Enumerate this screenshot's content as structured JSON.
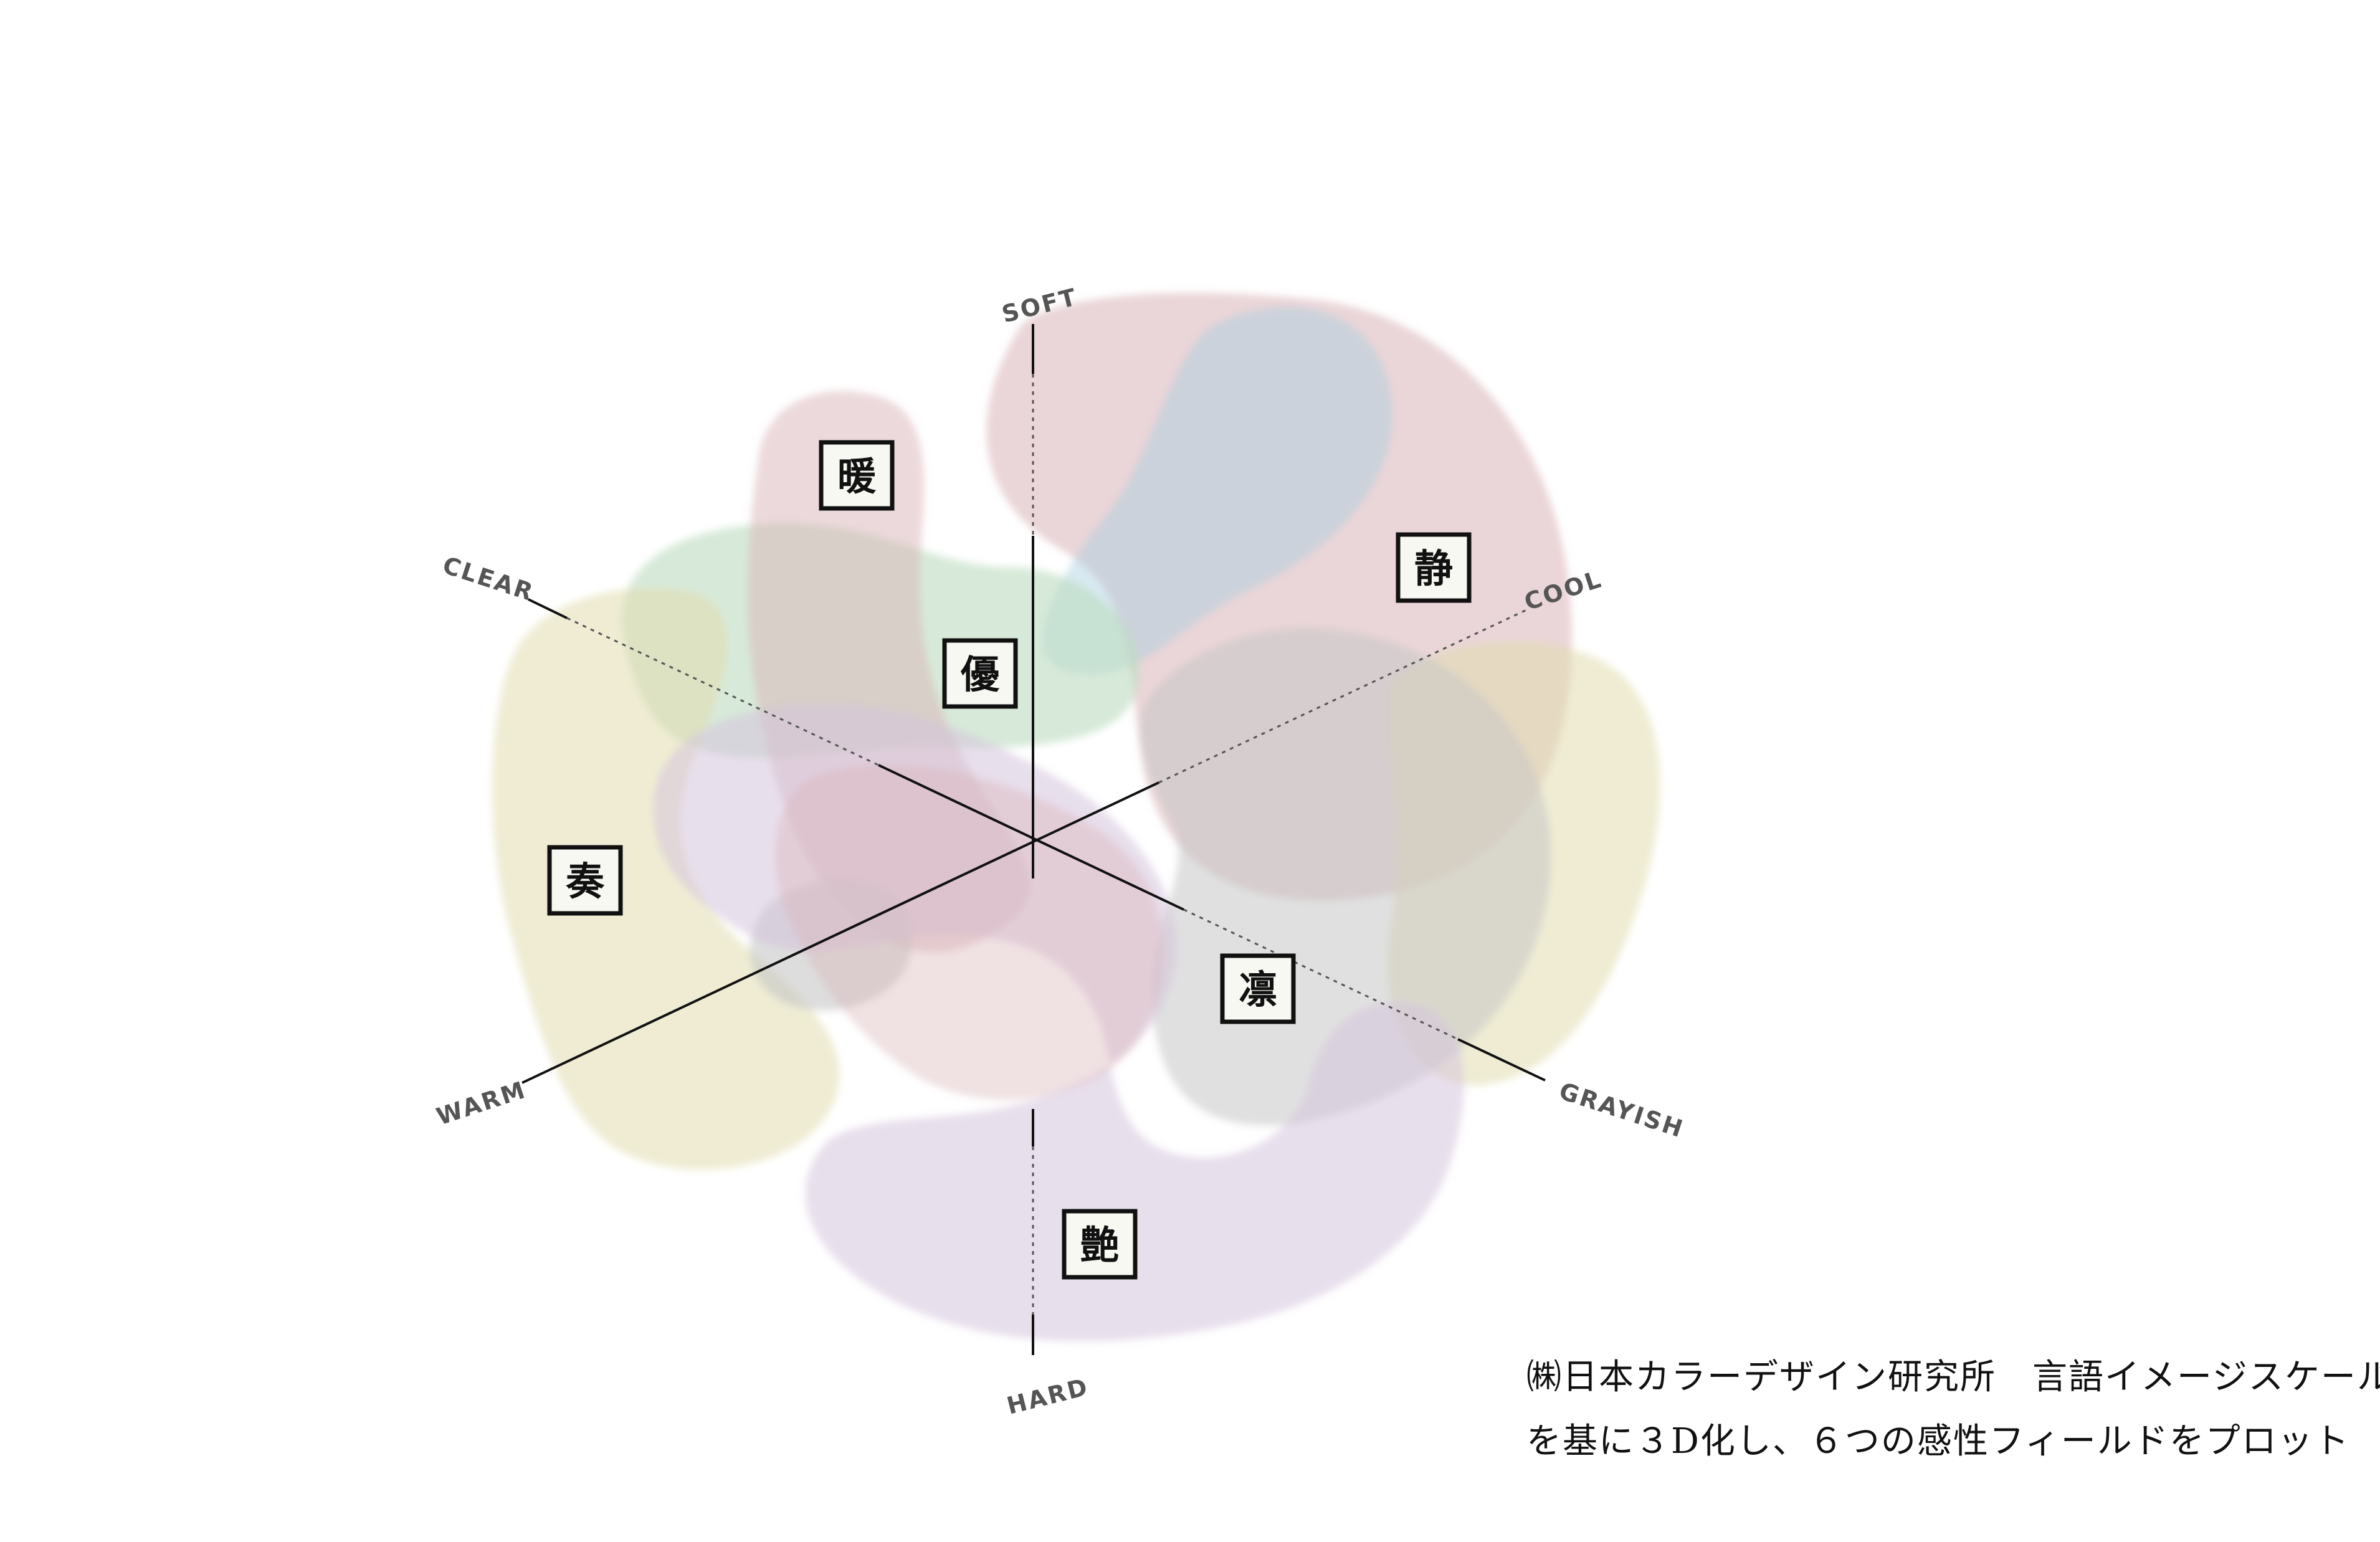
{
  "axes": {
    "soft": "SOFT",
    "hard": "HARD",
    "clear": "CLEAR",
    "grayish": "GRAYISH",
    "warm": "WARM",
    "cool": "COOL"
  },
  "fields": [
    {
      "id": "dan",
      "char": "暖",
      "color": "#d9b3b8"
    },
    {
      "id": "yu",
      "char": "優",
      "color": "#bcdcc0"
    },
    {
      "id": "sei",
      "char": "静",
      "color": "#a9d1e0"
    },
    {
      "id": "so",
      "char": "奏",
      "color": "#e2dcae"
    },
    {
      "id": "rin",
      "char": "凛",
      "color": "#c7c7c7"
    },
    {
      "id": "en",
      "char": "艶",
      "color": "#d6c4dc"
    }
  ],
  "caption": {
    "line1": "㈱日本カラーデザイン研究所　言語イメージスケール",
    "line2": "を基に３D化し、６つの感性フィールドをプロット"
  }
}
